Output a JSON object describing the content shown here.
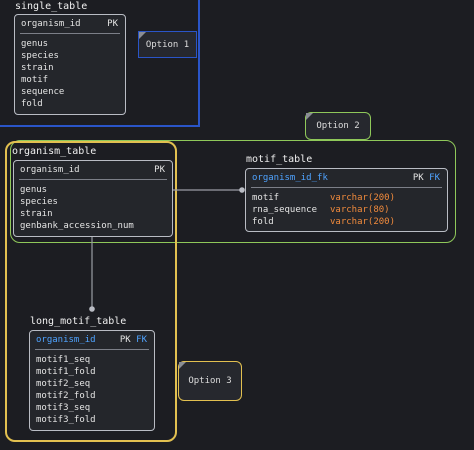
{
  "groups": {
    "single": {
      "title": "single_table"
    },
    "organism": {
      "title": "organism_table"
    },
    "motif": {
      "title": "motif_table"
    },
    "long_motif": {
      "title": "long_motif_table"
    }
  },
  "tables": {
    "single_table": {
      "key": "organism_id",
      "key_flags": "PK",
      "fields": [
        "genus",
        "species",
        "strain",
        "motif",
        "sequence",
        "fold"
      ]
    },
    "organism_table": {
      "key": "organism_id",
      "key_flags": "PK",
      "fields": [
        "genus",
        "species",
        "strain",
        "genbank_accession_num"
      ]
    },
    "motif_table": {
      "key": "organism_id_fk",
      "key_flag_pk": "PK",
      "key_flag_fk": "FK",
      "fields": [
        {
          "name": "motif",
          "type": "varchar(200)"
        },
        {
          "name": "rna_sequence",
          "type": "varchar(80)"
        },
        {
          "name": "fold",
          "type": "varchar(200)"
        }
      ]
    },
    "long_motif_table": {
      "key": "organism_id",
      "key_flag_pk": "PK",
      "key_flag_fk": "FK",
      "fields": [
        "motif1_seq",
        "motif1_fold",
        "motif2_seq",
        "motif2_fold",
        "motif3_seq",
        "motif3_fold"
      ]
    }
  },
  "notes": {
    "option1": "Option 1",
    "option2": "Option 2",
    "option3": "Option 3"
  },
  "colors": {
    "background": "#1c1d22",
    "option1_border": "#2a55c8",
    "option2_border": "#8fc85a",
    "option3_border": "#e2c050",
    "key_blue": "#4fa3ff",
    "type_orange": "#f08a3c"
  }
}
